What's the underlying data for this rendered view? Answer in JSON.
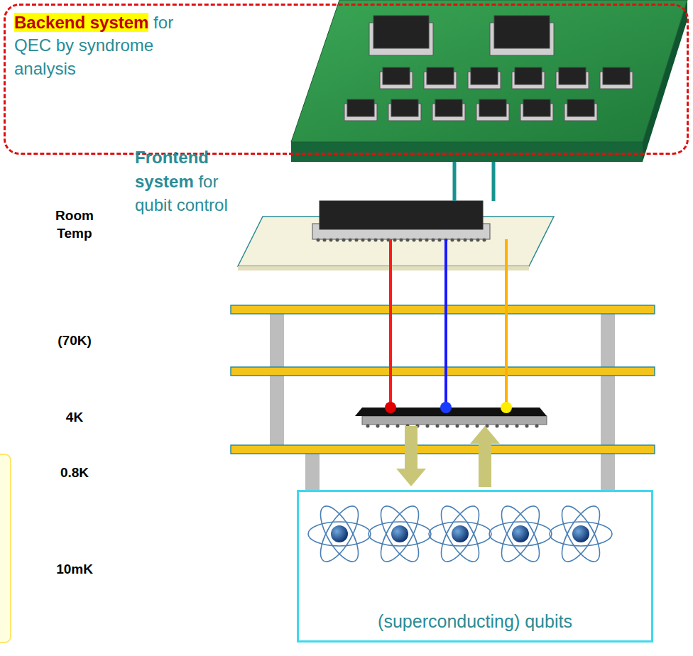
{
  "diagram": {
    "nodes": [
      {
        "text": [
          "Backend system",
          "for QEC by syndrome analysis"
        ]
      },
      {
        "text": [
          "Frontend system",
          "for qubit control"
        ]
      },
      {
        "text": [
          "(superconducting) qubits"
        ]
      }
    ],
    "edges": [
      {
        "from": 0,
        "to": 1,
        "arrow": "none"
      }
    ],
    "labels": [
      "Room Temp",
      "(70K)",
      "4K",
      "0.8K",
      "10mK"
    ]
  }
}
